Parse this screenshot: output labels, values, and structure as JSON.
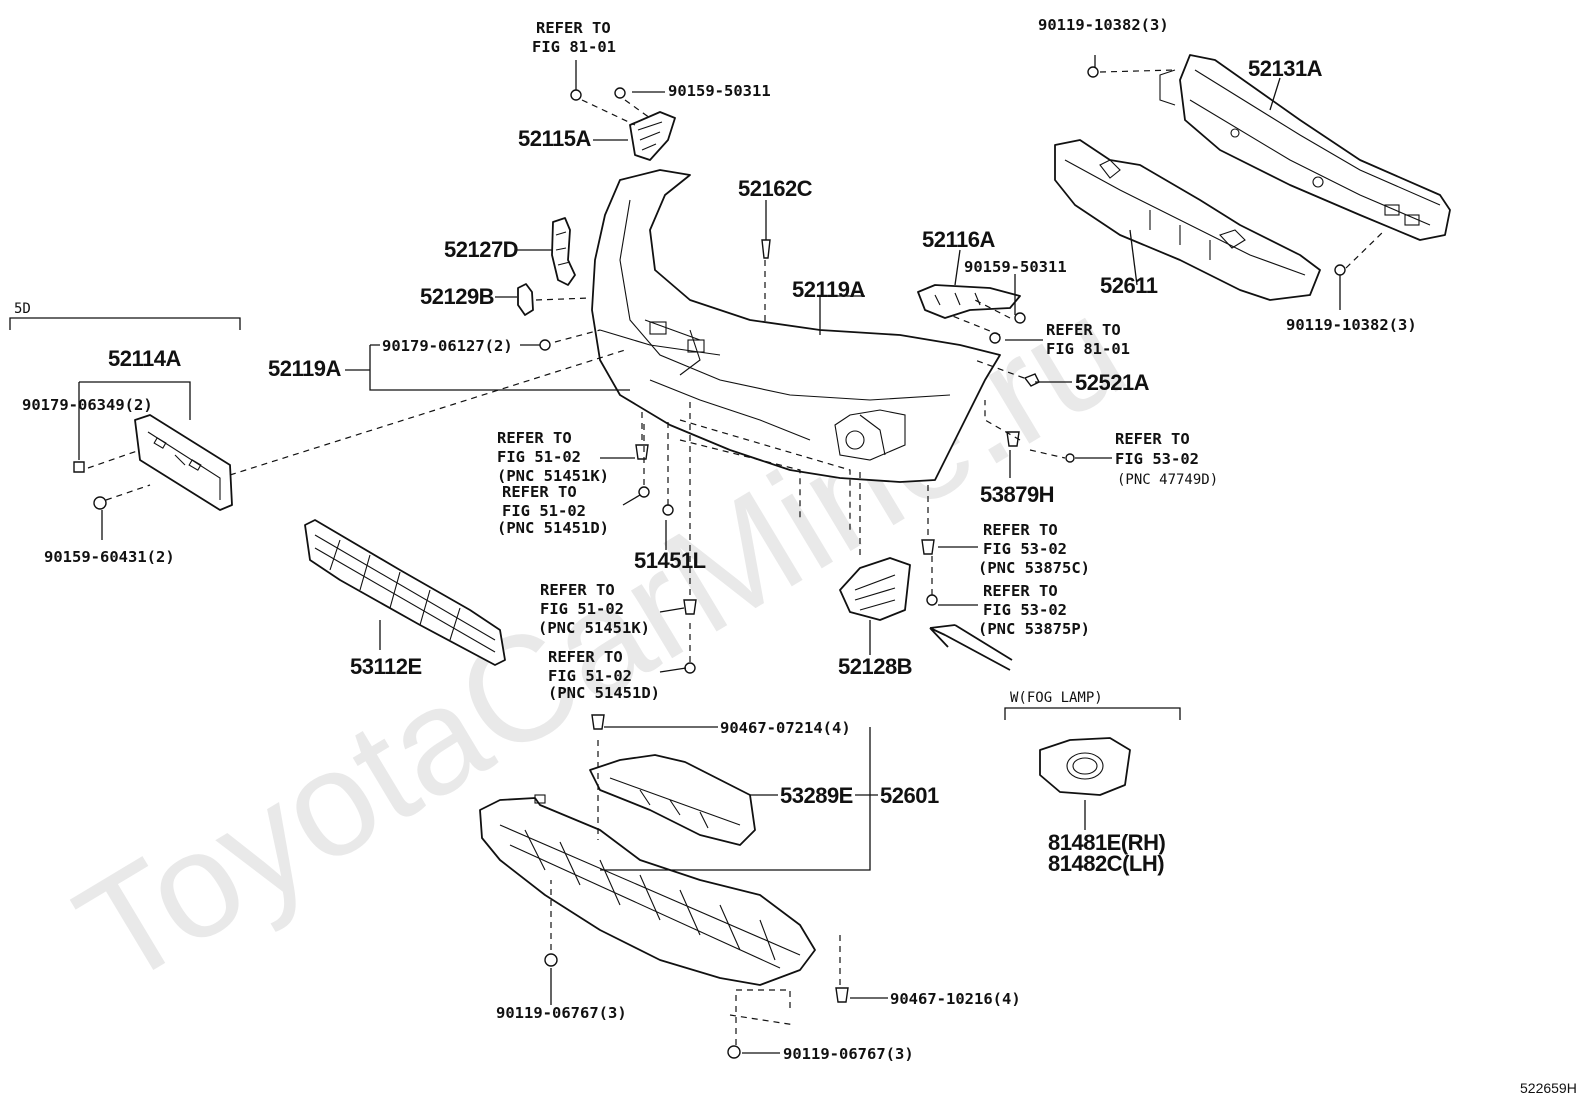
{
  "watermark": "ToyotaCarMine.ru",
  "figure_code": "522659H",
  "callouts": {
    "c52131A": "52131A",
    "c90119_10382_top": "90119-10382(3)",
    "c90119_10382_right": "90119-10382(3)",
    "c52611": "52611",
    "c52115A": "52115A",
    "c90159_50311_top": "90159-50311",
    "c52162C": "52162C",
    "c52127D": "52127D",
    "c52129B": "52129B",
    "c52119A_main": "52119A",
    "c52119A_group": "52119A",
    "c90179_06127": "90179-06127(2)",
    "c52116A": "52116A",
    "c90159_50311_right": "90159-50311",
    "c52521A": "52521A",
    "c53879H": "53879H",
    "c5D": "5D",
    "c52114A": "52114A",
    "c90179_06349": "90179-06349(2)",
    "c90159_60431": "90159-60431(2)",
    "c51451L": "51451L",
    "c53112E": "53112E",
    "c52128B": "52128B",
    "cWFOG": "W(FOG LAMP)",
    "c81481E": "81481E(RH)",
    "c81482C": "81482C(LH)",
    "c90467_07214": "90467-07214(4)",
    "c53289E": "53289E",
    "c52601": "52601",
    "c90119_06767_left": "90119-06767(3)",
    "c90467_10216": "90467-10216(4)",
    "c90119_06767_bottom": "90119-06767(3)"
  },
  "references": {
    "r81_top": [
      "REFER TO",
      "FIG 81-01"
    ],
    "r81_right": [
      "REFER TO",
      "FIG 81-01"
    ],
    "r53_47749D": [
      "REFER TO",
      "FIG 53-02",
      "(PNC 47749D)"
    ],
    "r51_451K_a": [
      "REFER TO",
      "FIG 51-02",
      "(PNC 51451K)"
    ],
    "r51_451D_a": [
      "REFER TO",
      "FIG 51-02",
      "(PNC 51451D)"
    ],
    "r53_875C": [
      "REFER TO",
      "FIG 53-02",
      "(PNC 53875C)"
    ],
    "r53_875P": [
      "REFER TO",
      "FIG 53-02",
      "(PNC 53875P)"
    ],
    "r51_451K_b": [
      "REFER TO",
      "FIG 51-02",
      "(PNC 51451K)"
    ],
    "r51_451D_b": [
      "REFER TO",
      "FIG 51-02",
      "(PNC 51451D)"
    ]
  }
}
